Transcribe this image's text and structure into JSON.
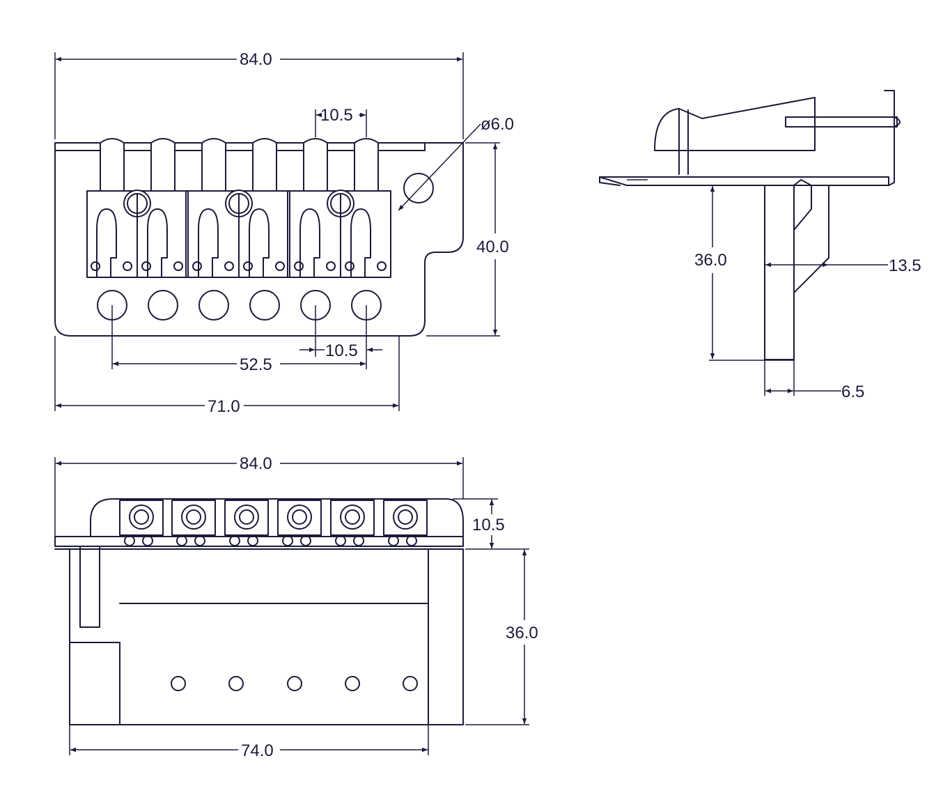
{
  "dimensions": {
    "top_width": "84.0",
    "saddle_spacing_top": "10.5",
    "hole_diameter": "ø6.0",
    "plate_height": "40.0",
    "hole_spacing": "10.5",
    "hole_span": "52.5",
    "plate_width": "71.0",
    "side_block_height": "36.0",
    "side_arm_offset": "13.5",
    "side_block_thickness": "6.5",
    "front_width": "84.0",
    "front_saddle_height": "10.5",
    "front_block_height": "36.0",
    "front_block_width": "74.0"
  },
  "colors": {
    "line": "#1a1a3a",
    "background": "#ffffff"
  }
}
